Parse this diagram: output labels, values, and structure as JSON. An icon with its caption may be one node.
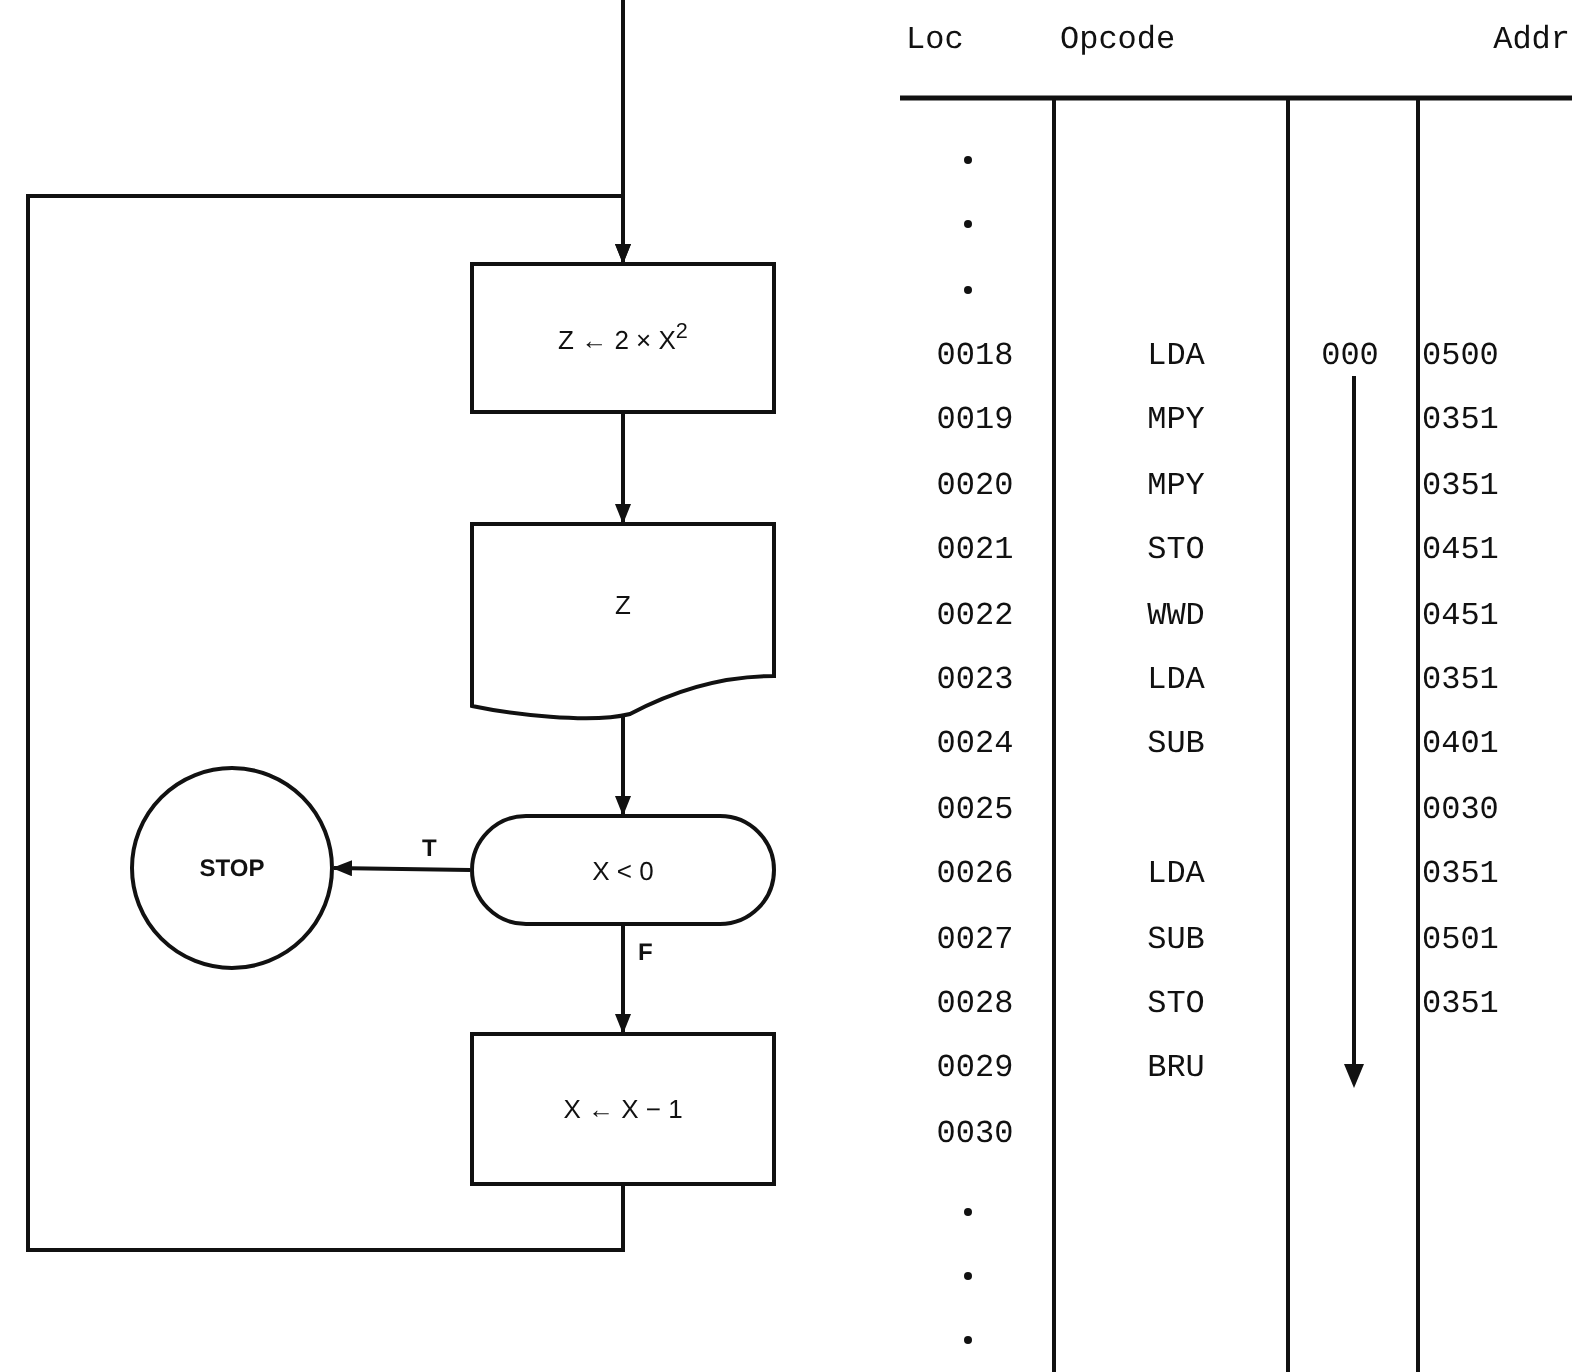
{
  "diagram": {
    "nodes": [
      {
        "text": [
          "Z ← 2 × X$^{2}$"
        ]
      },
      {
        "text": [
          "Z"
        ]
      },
      {
        "text": [
          "X < 0"
        ]
      },
      {
        "text": [
          "STOP"
        ]
      },
      {
        "text": [
          "X ← X − 1"
        ]
      }
    ],
    "edges": [
      {
        "from": null,
        "to": 0,
        "arrow": "to"
      },
      {
        "from": 0,
        "to": 1,
        "arrow": "to"
      },
      {
        "from": 1,
        "to": 2,
        "arrow": "to"
      },
      {
        "from": 2,
        "to": 3,
        "arrow": "to",
        "label": "T"
      },
      {
        "from": 2,
        "to": 4,
        "arrow": "to",
        "label": "F"
      },
      {
        "from": 4,
        "to": 0,
        "arrow": "to"
      }
    ],
    "labels": [
      "Loc",
      "Opcode",
      "Addr",
      "0018",
      "LDA",
      "000",
      "0500",
      "0019",
      "MPY",
      "0351",
      "0020",
      "MPY",
      "0351",
      "0021",
      "STO",
      "0451",
      "0022",
      "WWD",
      "0451",
      "0023",
      "LDA",
      "0351",
      "0024",
      "SUB",
      "0401",
      "0025",
      "0030",
      "0026",
      "LDA",
      "0351",
      "0027",
      "SUB",
      "0501",
      "0028",
      "STO",
      "0351",
      "0029",
      "BRU",
      "0030"
    ]
  }
}
